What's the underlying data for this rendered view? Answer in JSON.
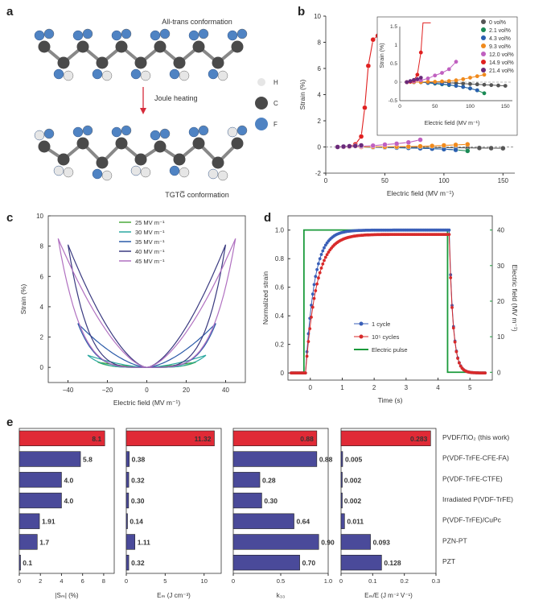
{
  "panels": {
    "a": {
      "letter": "a",
      "top_label": "All-trans conformation",
      "arrow_label": "Joule heating",
      "bottom_label": "TGTG̅ conformation",
      "legend": [
        "H",
        "C",
        "F"
      ],
      "colors": {
        "H": "#e6e6e6",
        "C": "#4a4a4a",
        "F": "#4f83c3",
        "arrow": "#d62a3a"
      }
    },
    "b": {
      "letter": "b"
    },
    "c": {
      "letter": "c"
    },
    "d": {
      "letter": "d"
    },
    "e": {
      "letter": "e"
    }
  },
  "chart_data": [
    {
      "id": "b",
      "type": "line",
      "xlabel": "Electric field (MV m⁻¹)",
      "ylabel": "Strain (%)",
      "xlim": [
        0,
        160
      ],
      "ylim": [
        -2,
        10
      ],
      "xticks": [
        0,
        50,
        100,
        150
      ],
      "yticks": [
        -2,
        0,
        2,
        4,
        6,
        8,
        10
      ],
      "series": [
        {
          "name": "0 vol%",
          "color": "#555555",
          "x": [
            10,
            20,
            30,
            40,
            50,
            60,
            70,
            80,
            90,
            100,
            110,
            120,
            130,
            140,
            150
          ],
          "y": [
            0,
            0,
            0,
            0,
            0,
            0,
            -0.02,
            -0.03,
            -0.04,
            -0.05,
            -0.06,
            -0.07,
            -0.08,
            -0.09,
            -0.1
          ]
        },
        {
          "name": "2.1 vol%",
          "color": "#1a8a55",
          "x": [
            10,
            20,
            30,
            40,
            50,
            60,
            70,
            80,
            90,
            100,
            110,
            120
          ],
          "y": [
            0,
            0,
            0,
            -0.02,
            -0.04,
            -0.06,
            -0.08,
            -0.1,
            -0.13,
            -0.17,
            -0.22,
            -0.3
          ]
        },
        {
          "name": "4.3 vol%",
          "color": "#2a5fb0",
          "x": [
            10,
            20,
            30,
            40,
            50,
            60,
            70,
            80,
            90,
            100,
            110
          ],
          "y": [
            0,
            0,
            0,
            -0.02,
            -0.03,
            -0.05,
            -0.07,
            -0.1,
            -0.13,
            -0.17,
            -0.22
          ]
        },
        {
          "name": "9.3 vol%",
          "color": "#f08a1c",
          "x": [
            10,
            20,
            30,
            40,
            50,
            60,
            70,
            80,
            90,
            100,
            110,
            120
          ],
          "y": [
            0,
            0,
            0,
            0.01,
            0.01,
            0.02,
            0.03,
            0.05,
            0.08,
            0.12,
            0.16,
            0.2
          ]
        },
        {
          "name": "12.0 vol%",
          "color": "#c060c0",
          "x": [
            10,
            20,
            30,
            40,
            50,
            60,
            70,
            80
          ],
          "y": [
            0,
            0.02,
            0.05,
            0.1,
            0.18,
            0.25,
            0.35,
            0.55
          ]
        },
        {
          "name": "14.9 vol%",
          "color": "#e02020",
          "x": [
            10,
            15,
            20,
            25,
            30,
            33,
            36,
            40,
            44
          ],
          "y": [
            0,
            0.01,
            0.05,
            0.2,
            0.8,
            3.0,
            6.2,
            8.2,
            8.5
          ]
        },
        {
          "name": "21.4 vol%",
          "color": "#6a2a7a",
          "x": [
            10,
            15,
            20,
            25,
            30
          ],
          "y": [
            0,
            0.03,
            0.06,
            0.08,
            0.12
          ]
        }
      ],
      "inset": {
        "xlim": [
          0,
          160
        ],
        "ylim": [
          -0.5,
          1.5
        ],
        "xticks": [
          0,
          50,
          100,
          150
        ],
        "yticks": [
          -0.5,
          0,
          0.5,
          1,
          1.5
        ],
        "xlabel": "Electric field (MV m⁻¹)",
        "ylabel": "Strain (%)"
      }
    },
    {
      "id": "c",
      "type": "line",
      "xlabel": "Electric field (MV m⁻¹)",
      "ylabel": "Strain (%)",
      "xlim": [
        -50,
        50
      ],
      "ylim": [
        -1,
        10
      ],
      "xticks": [
        -40,
        -20,
        0,
        20,
        40
      ],
      "yticks": [
        0,
        2,
        4,
        6,
        8,
        10
      ],
      "series": [
        {
          "name": "25 MV m⁻¹",
          "color": "#4aaa3a",
          "E": 25,
          "peak": 0.35
        },
        {
          "name": "30 MV m⁻¹",
          "color": "#2aa8a0",
          "E": 30,
          "peak": 0.8
        },
        {
          "name": "35 MV m⁻¹",
          "color": "#2a5aa8",
          "E": 35,
          "peak": 2.9
        },
        {
          "name": "40 MV m⁻¹",
          "color": "#3a3a80",
          "E": 40,
          "peak": 8.1
        },
        {
          "name": "45 MV m⁻¹",
          "color": "#b070c0",
          "E": 45,
          "peak": 8.5
        }
      ]
    },
    {
      "id": "d",
      "type": "line",
      "xlabel": "Time (s)",
      "ylabel": "Normalized  strain",
      "y2label": "Electric field (MV m⁻¹)",
      "xlim": [
        -0.7,
        5.7
      ],
      "ylim": [
        -0.05,
        1.1
      ],
      "y2lim": [
        -2.2,
        44
      ],
      "xticks": [
        0,
        1,
        2,
        3,
        4,
        5
      ],
      "yticks": [
        0,
        0.2,
        0.4,
        0.6,
        0.8,
        1.0
      ],
      "y2ticks": [
        0,
        10,
        20,
        30,
        40
      ],
      "series": [
        {
          "name": "1 cycle",
          "color": "#3a5fb8",
          "t_on": -0.15,
          "t_off": 4.35,
          "rise_tau": 0.28,
          "plateau": 1.0
        },
        {
          "name": "10⁵ cycles",
          "color": "#d82a2a",
          "t_on": -0.15,
          "t_off": 4.35,
          "rise_tau": 0.35,
          "plateau": 0.97
        },
        {
          "name": "Electric pulse",
          "color": "#1a9a3a",
          "t_on": -0.2,
          "t_off": 4.3,
          "value": 40
        }
      ]
    },
    {
      "id": "e",
      "type": "bar",
      "categories": [
        "PVDF/TiO₂ (this work)",
        "P(VDF-TrFE-CFE-FA)",
        "P(VDF-TrFE-CTFE)",
        "Irradiated P(VDF-TrFE)",
        "P(VDF-TrFE)/CuPc",
        "PZN-PT",
        "PZT"
      ],
      "highlight_color": "#e02a36",
      "bar_color": "#4a4a9a",
      "subplots": [
        {
          "xlabel": "|Sₘ| (%)",
          "xlim": [
            0,
            9
          ],
          "xticks": [
            0,
            2,
            4,
            6,
            8
          ],
          "values": [
            8.1,
            5.8,
            4.0,
            4.0,
            1.91,
            1.7,
            0.1
          ],
          "labels": [
            "8.1",
            "5.8",
            "4.0",
            "4.0",
            "1.91",
            "1.7",
            "0.1"
          ]
        },
        {
          "xlabel": "Eₘ (J cm⁻³)",
          "xlim": [
            0,
            12.2
          ],
          "xticks": [
            0,
            5,
            10
          ],
          "values": [
            11.32,
            0.38,
            0.32,
            0.3,
            0.14,
            1.11,
            0.32
          ],
          "labels": [
            "11.32",
            "0.38",
            "0.32",
            "0.30",
            "0.14",
            "1.11",
            "0.32"
          ]
        },
        {
          "xlabel": "k₃₃",
          "xlim": [
            0,
            1.0
          ],
          "xticks": [
            0,
            0.5,
            1.0
          ],
          "xticklabels": [
            "0",
            "0.5",
            "1.0"
          ],
          "values": [
            0.88,
            0.88,
            0.28,
            0.3,
            0.64,
            0.9,
            0.7
          ],
          "labels": [
            "0.88",
            "0.88",
            "0.28",
            "0.30",
            "0.64",
            "0.90",
            "0.70"
          ]
        },
        {
          "xlabel": "Eₘ/E (J m⁻² V⁻¹)",
          "xlim": [
            0,
            0.3
          ],
          "xticks": [
            0,
            0.1,
            0.2,
            0.3
          ],
          "xticklabels": [
            "0",
            "0.1",
            "0.2",
            "0.3"
          ],
          "values": [
            0.283,
            0.005,
            0.002,
            0.002,
            0.011,
            0.093,
            0.128
          ],
          "labels": [
            "0.283",
            "0.005",
            "0.002",
            "0.002",
            "0.011",
            "0.093",
            "0.128"
          ]
        }
      ]
    }
  ]
}
